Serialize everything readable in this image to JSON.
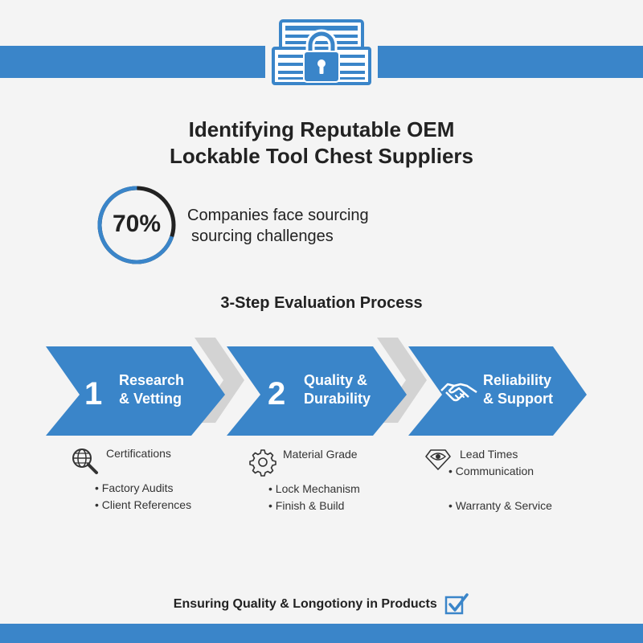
{
  "title": {
    "line1": "Identifying Reputable OEM",
    "line2": "Lockable Tool Chest Suppliers"
  },
  "stat": {
    "value": "70%",
    "fraction": 0.7,
    "text_line1": "Companies face sourcing",
    "text_line2": "sourcing challenges"
  },
  "process": {
    "title": "3-Step Evaluation Process",
    "steps": [
      {
        "number": "1",
        "title_line1": "Research",
        "title_line2": "& Vetting",
        "icon": "magnifier-globe-icon",
        "items": [
          "Certifications",
          "Factory Audits",
          "Client References"
        ]
      },
      {
        "number": "2",
        "title_line1": "Quality &",
        "title_line2": "Durability",
        "icon": "gear-icon",
        "items": [
          "Material Grade",
          "Lock Mechanism",
          "Finish & Build"
        ]
      },
      {
        "number": "",
        "title_line1": "Reliability",
        "title_line2": "& Support",
        "icon": "eye-diamond-icon",
        "items": [
          "Lead Times",
          "Communication",
          "Warranty & Service"
        ]
      }
    ]
  },
  "footer": {
    "text": "Ensuring Quality & Longotiony in Products",
    "icon": "checkbox-icon"
  },
  "colors": {
    "accent": "#3a85c9",
    "chevron_gray": "#d3d3d3",
    "dark_ring": "#222222"
  }
}
